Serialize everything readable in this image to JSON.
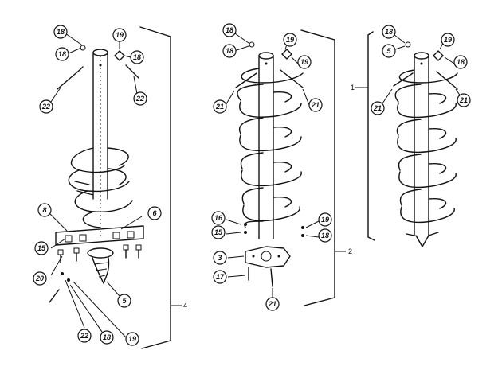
{
  "callouts": {
    "a_18_top": "18",
    "a_18_left": "18",
    "a_19": "19",
    "a_18_right": "18",
    "a_22_left": "22",
    "a_22_right": "22",
    "a_8_left": "8",
    "a_6_right": "6",
    "a_15": "15",
    "a_20": "20",
    "a_5": "5",
    "a_22_bottom": "22",
    "a_18_bottom": "18",
    "a_19_bottom": "19",
    "b_18_top": "18",
    "b_18_left": "18",
    "b_19_top": "19",
    "b_19_right": "19",
    "b_21_left": "21",
    "b_21_right": "21",
    "b_16": "16",
    "b_15": "15",
    "b_19_low": "19",
    "b_18_low": "18",
    "b_3": "3",
    "b_17": "17",
    "b_21_bottom": "21",
    "c_18_top": "18",
    "c_5": "5",
    "c_19_top": "19",
    "c_18_right": "18",
    "c_21_left": "21",
    "c_21_right": "21"
  },
  "assemblies": {
    "left": "4",
    "middle": "2",
    "right": "1"
  }
}
